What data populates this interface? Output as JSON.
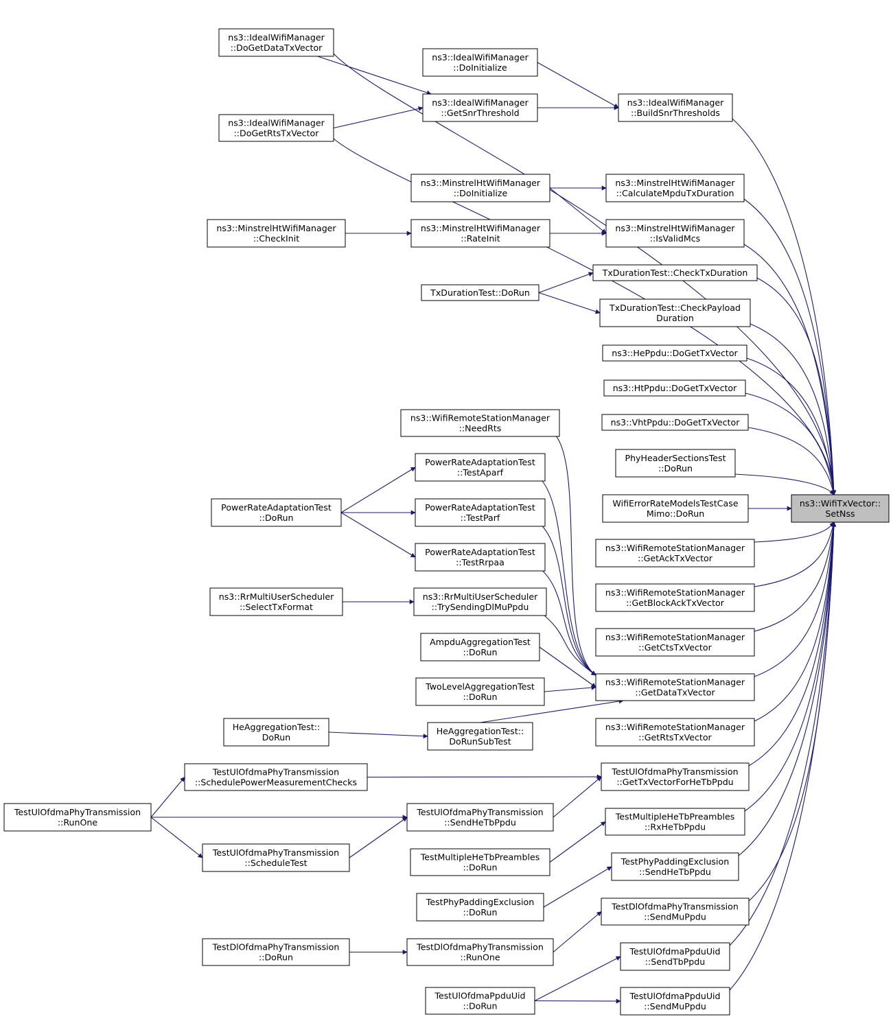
{
  "colors": {
    "edge": "#191970",
    "node_border": "#000000",
    "node_fill": "#ffffff",
    "focus_fill": "#bfbfbf",
    "truncated_border": "#ff0000"
  },
  "nodes": [
    {
      "id": "setnss",
      "lines": [
        "ns3::WifiTxVector::",
        "SetNss"
      ],
      "style": "focus"
    },
    {
      "id": "ideal_getdata",
      "lines": [
        "ns3::IdealWifiManager",
        "::DoGetDataTxVector"
      ]
    },
    {
      "id": "ideal_doinit",
      "lines": [
        "ns3::IdealWifiManager",
        "::DoInitialize"
      ]
    },
    {
      "id": "ideal_getsnr",
      "lines": [
        "ns3::IdealWifiManager",
        "::GetSnrThreshold"
      ]
    },
    {
      "id": "ideal_build",
      "lines": [
        "ns3::IdealWifiManager",
        "::BuildSnrThresholds"
      ]
    },
    {
      "id": "ideal_getrts",
      "lines": [
        "ns3::IdealWifiManager",
        "::DoGetRtsTxVector"
      ]
    },
    {
      "id": "mht_doinit",
      "lines": [
        "ns3::MinstrelHtWifiManager",
        "::DoInitialize"
      ]
    },
    {
      "id": "mht_calc",
      "lines": [
        "ns3::MinstrelHtWifiManager",
        "::CalculateMpduTxDuration"
      ]
    },
    {
      "id": "mht_checkinit",
      "lines": [
        "ns3::MinstrelHtWifiManager",
        "::CheckInit"
      ],
      "style": "truncated"
    },
    {
      "id": "mht_rateinit",
      "lines": [
        "ns3::MinstrelHtWifiManager",
        "::RateInit"
      ]
    },
    {
      "id": "mht_isvalid",
      "lines": [
        "ns3::MinstrelHtWifiManager",
        "::IsValidMcs"
      ]
    },
    {
      "id": "txd_checktx",
      "lines": [
        "TxDurationTest::CheckTxDuration"
      ]
    },
    {
      "id": "txd_dorun",
      "lines": [
        "TxDurationTest::DoRun"
      ]
    },
    {
      "id": "txd_checkpay",
      "lines": [
        "TxDurationTest::CheckPayload",
        "Duration"
      ]
    },
    {
      "id": "he_ppdu",
      "lines": [
        "ns3::HePpdu::DoGetTxVector"
      ]
    },
    {
      "id": "ht_ppdu",
      "lines": [
        "ns3::HtPpdu::DoGetTxVector"
      ]
    },
    {
      "id": "vht_ppdu",
      "lines": [
        "ns3::VhtPpdu::DoGetTxVector"
      ]
    },
    {
      "id": "wrsm_needrts",
      "lines": [
        "ns3::WifiRemoteStationManager",
        "::NeedRts"
      ]
    },
    {
      "id": "phyhdr",
      "lines": [
        "PhyHeaderSectionsTest",
        "::DoRun"
      ]
    },
    {
      "id": "pra_aparf",
      "lines": [
        "PowerRateAdaptationTest",
        "::TestAparf"
      ]
    },
    {
      "id": "pra_dorun",
      "lines": [
        "PowerRateAdaptationTest",
        "::DoRun"
      ]
    },
    {
      "id": "pra_parf",
      "lines": [
        "PowerRateAdaptationTest",
        "::TestParf"
      ]
    },
    {
      "id": "wifierr",
      "lines": [
        "WifiErrorRateModelsTestCase",
        "Mimo::DoRun"
      ]
    },
    {
      "id": "wrsm_ack",
      "lines": [
        "ns3::WifiRemoteStationManager",
        "::GetAckTxVector"
      ]
    },
    {
      "id": "pra_rrpaa",
      "lines": [
        "PowerRateAdaptationTest",
        "::TestRrpaa"
      ]
    },
    {
      "id": "rr_select",
      "lines": [
        "ns3::RrMultiUserScheduler",
        "::SelectTxFormat"
      ]
    },
    {
      "id": "rr_try",
      "lines": [
        "ns3::RrMultiUserScheduler",
        "::TrySendingDlMuPpdu"
      ]
    },
    {
      "id": "wrsm_blockack",
      "lines": [
        "ns3::WifiRemoteStationManager",
        "::GetBlockAckTxVector"
      ]
    },
    {
      "id": "ampdu",
      "lines": [
        "AmpduAggregationTest",
        "::DoRun"
      ]
    },
    {
      "id": "wrsm_cts",
      "lines": [
        "ns3::WifiRemoteStationManager",
        "::GetCtsTxVector"
      ]
    },
    {
      "id": "twolevel",
      "lines": [
        "TwoLevelAggregationTest",
        "::DoRun"
      ]
    },
    {
      "id": "wrsm_data",
      "lines": [
        "ns3::WifiRemoteStationManager",
        "::GetDataTxVector"
      ]
    },
    {
      "id": "heagg_dorun",
      "lines": [
        "HeAggregationTest::",
        "DoRun"
      ]
    },
    {
      "id": "heagg_sub",
      "lines": [
        "HeAggregationTest::",
        "DoRunSubTest"
      ]
    },
    {
      "id": "wrsm_rts",
      "lines": [
        "ns3::WifiRemoteStationManager",
        "::GetRtsTxVector"
      ]
    },
    {
      "id": "ul_sched_pm",
      "lines": [
        "TestUlOfdmaPhyTransmission",
        "::SchedulePowerMeasurementChecks"
      ]
    },
    {
      "id": "ul_gettx",
      "lines": [
        "TestUlOfdmaPhyTransmission",
        "::GetTxVectorForHeTbPpdu"
      ]
    },
    {
      "id": "ul_runone",
      "lines": [
        "TestUlOfdmaPhyTransmission",
        "::RunOne"
      ],
      "style": "truncated"
    },
    {
      "id": "ul_send",
      "lines": [
        "TestUlOfdmaPhyTransmission",
        "::SendHeTbPpdu"
      ]
    },
    {
      "id": "mhtb_rx",
      "lines": [
        "TestMultipleHeTbPreambles",
        "::RxHeTbPpdu"
      ]
    },
    {
      "id": "ul_schedtest",
      "lines": [
        "TestUlOfdmaPhyTransmission",
        "::ScheduleTest"
      ]
    },
    {
      "id": "mhtb_dorun",
      "lines": [
        "TestMultipleHeTbPreambles",
        "::DoRun"
      ]
    },
    {
      "id": "pad_send",
      "lines": [
        "TestPhyPaddingExclusion",
        "::SendHeTbPpdu"
      ]
    },
    {
      "id": "pad_dorun",
      "lines": [
        "TestPhyPaddingExclusion",
        "::DoRun"
      ]
    },
    {
      "id": "dl_sendmu",
      "lines": [
        "TestDlOfdmaPhyTransmission",
        "::SendMuPpdu"
      ]
    },
    {
      "id": "dl_dorun",
      "lines": [
        "TestDlOfdmaPhyTransmission",
        "::DoRun"
      ]
    },
    {
      "id": "dl_runone",
      "lines": [
        "TestDlOfdmaPhyTransmission",
        "::RunOne"
      ]
    },
    {
      "id": "uid_sendtb",
      "lines": [
        "TestUlOfdmaPpduUid",
        "::SendTbPpdu"
      ]
    },
    {
      "id": "uid_dorun",
      "lines": [
        "TestUlOfdmaPpduUid",
        "::DoRun"
      ]
    },
    {
      "id": "uid_sendmu",
      "lines": [
        "TestUlOfdmaPpduUid",
        "::SendMuPpdu"
      ]
    }
  ],
  "edges": [
    {
      "from": "ideal_getdata",
      "to": "setnss"
    },
    {
      "from": "ideal_getdata",
      "to": "ideal_getsnr"
    },
    {
      "from": "ideal_doinit",
      "to": "ideal_build"
    },
    {
      "from": "ideal_getsnr",
      "to": "ideal_build"
    },
    {
      "from": "ideal_getrts",
      "to": "ideal_getsnr"
    },
    {
      "from": "ideal_getrts",
      "to": "setnss"
    },
    {
      "from": "ideal_build",
      "to": "setnss"
    },
    {
      "from": "mht_doinit",
      "to": "mht_calc"
    },
    {
      "from": "mht_doinit",
      "to": "mht_isvalid"
    },
    {
      "from": "mht_checkinit",
      "to": "mht_rateinit"
    },
    {
      "from": "mht_rateinit",
      "to": "mht_isvalid"
    },
    {
      "from": "mht_calc",
      "to": "setnss"
    },
    {
      "from": "mht_isvalid",
      "to": "setnss"
    },
    {
      "from": "txd_dorun",
      "to": "txd_checktx"
    },
    {
      "from": "txd_dorun",
      "to": "txd_checkpay"
    },
    {
      "from": "txd_checktx",
      "to": "setnss"
    },
    {
      "from": "txd_checkpay",
      "to": "setnss"
    },
    {
      "from": "he_ppdu",
      "to": "setnss"
    },
    {
      "from": "ht_ppdu",
      "to": "setnss"
    },
    {
      "from": "vht_ppdu",
      "to": "setnss"
    },
    {
      "from": "phyhdr",
      "to": "setnss"
    },
    {
      "from": "wifierr",
      "to": "setnss"
    },
    {
      "from": "wrsm_ack",
      "to": "setnss"
    },
    {
      "from": "wrsm_blockack",
      "to": "setnss"
    },
    {
      "from": "wrsm_cts",
      "to": "setnss"
    },
    {
      "from": "wrsm_data",
      "to": "setnss"
    },
    {
      "from": "wrsm_rts",
      "to": "setnss"
    },
    {
      "from": "ul_gettx",
      "to": "setnss"
    },
    {
      "from": "mhtb_rx",
      "to": "setnss"
    },
    {
      "from": "pad_send",
      "to": "setnss"
    },
    {
      "from": "dl_sendmu",
      "to": "setnss"
    },
    {
      "from": "uid_sendtb",
      "to": "setnss"
    },
    {
      "from": "uid_sendmu",
      "to": "setnss"
    },
    {
      "from": "wrsm_needrts",
      "to": "wrsm_data"
    },
    {
      "from": "pra_aparf",
      "to": "wrsm_data"
    },
    {
      "from": "pra_parf",
      "to": "wrsm_data"
    },
    {
      "from": "pra_rrpaa",
      "to": "wrsm_data"
    },
    {
      "from": "rr_try",
      "to": "wrsm_data"
    },
    {
      "from": "ampdu",
      "to": "wrsm_data"
    },
    {
      "from": "twolevel",
      "to": "wrsm_data"
    },
    {
      "from": "heagg_sub",
      "to": "wrsm_data"
    },
    {
      "from": "pra_dorun",
      "to": "pra_aparf"
    },
    {
      "from": "pra_dorun",
      "to": "pra_parf"
    },
    {
      "from": "pra_dorun",
      "to": "pra_rrpaa"
    },
    {
      "from": "rr_select",
      "to": "rr_try"
    },
    {
      "from": "heagg_dorun",
      "to": "heagg_sub"
    },
    {
      "from": "ul_sched_pm",
      "to": "ul_gettx"
    },
    {
      "from": "ul_runone",
      "to": "ul_sched_pm"
    },
    {
      "from": "ul_runone",
      "to": "ul_send"
    },
    {
      "from": "ul_runone",
      "to": "ul_schedtest"
    },
    {
      "from": "ul_send",
      "to": "ul_gettx"
    },
    {
      "from": "ul_schedtest",
      "to": "ul_send"
    },
    {
      "from": "mhtb_dorun",
      "to": "mhtb_rx"
    },
    {
      "from": "pad_dorun",
      "to": "pad_send"
    },
    {
      "from": "dl_dorun",
      "to": "dl_runone"
    },
    {
      "from": "dl_runone",
      "to": "dl_sendmu"
    },
    {
      "from": "uid_dorun",
      "to": "uid_sendtb"
    },
    {
      "from": "uid_dorun",
      "to": "uid_sendmu"
    }
  ]
}
